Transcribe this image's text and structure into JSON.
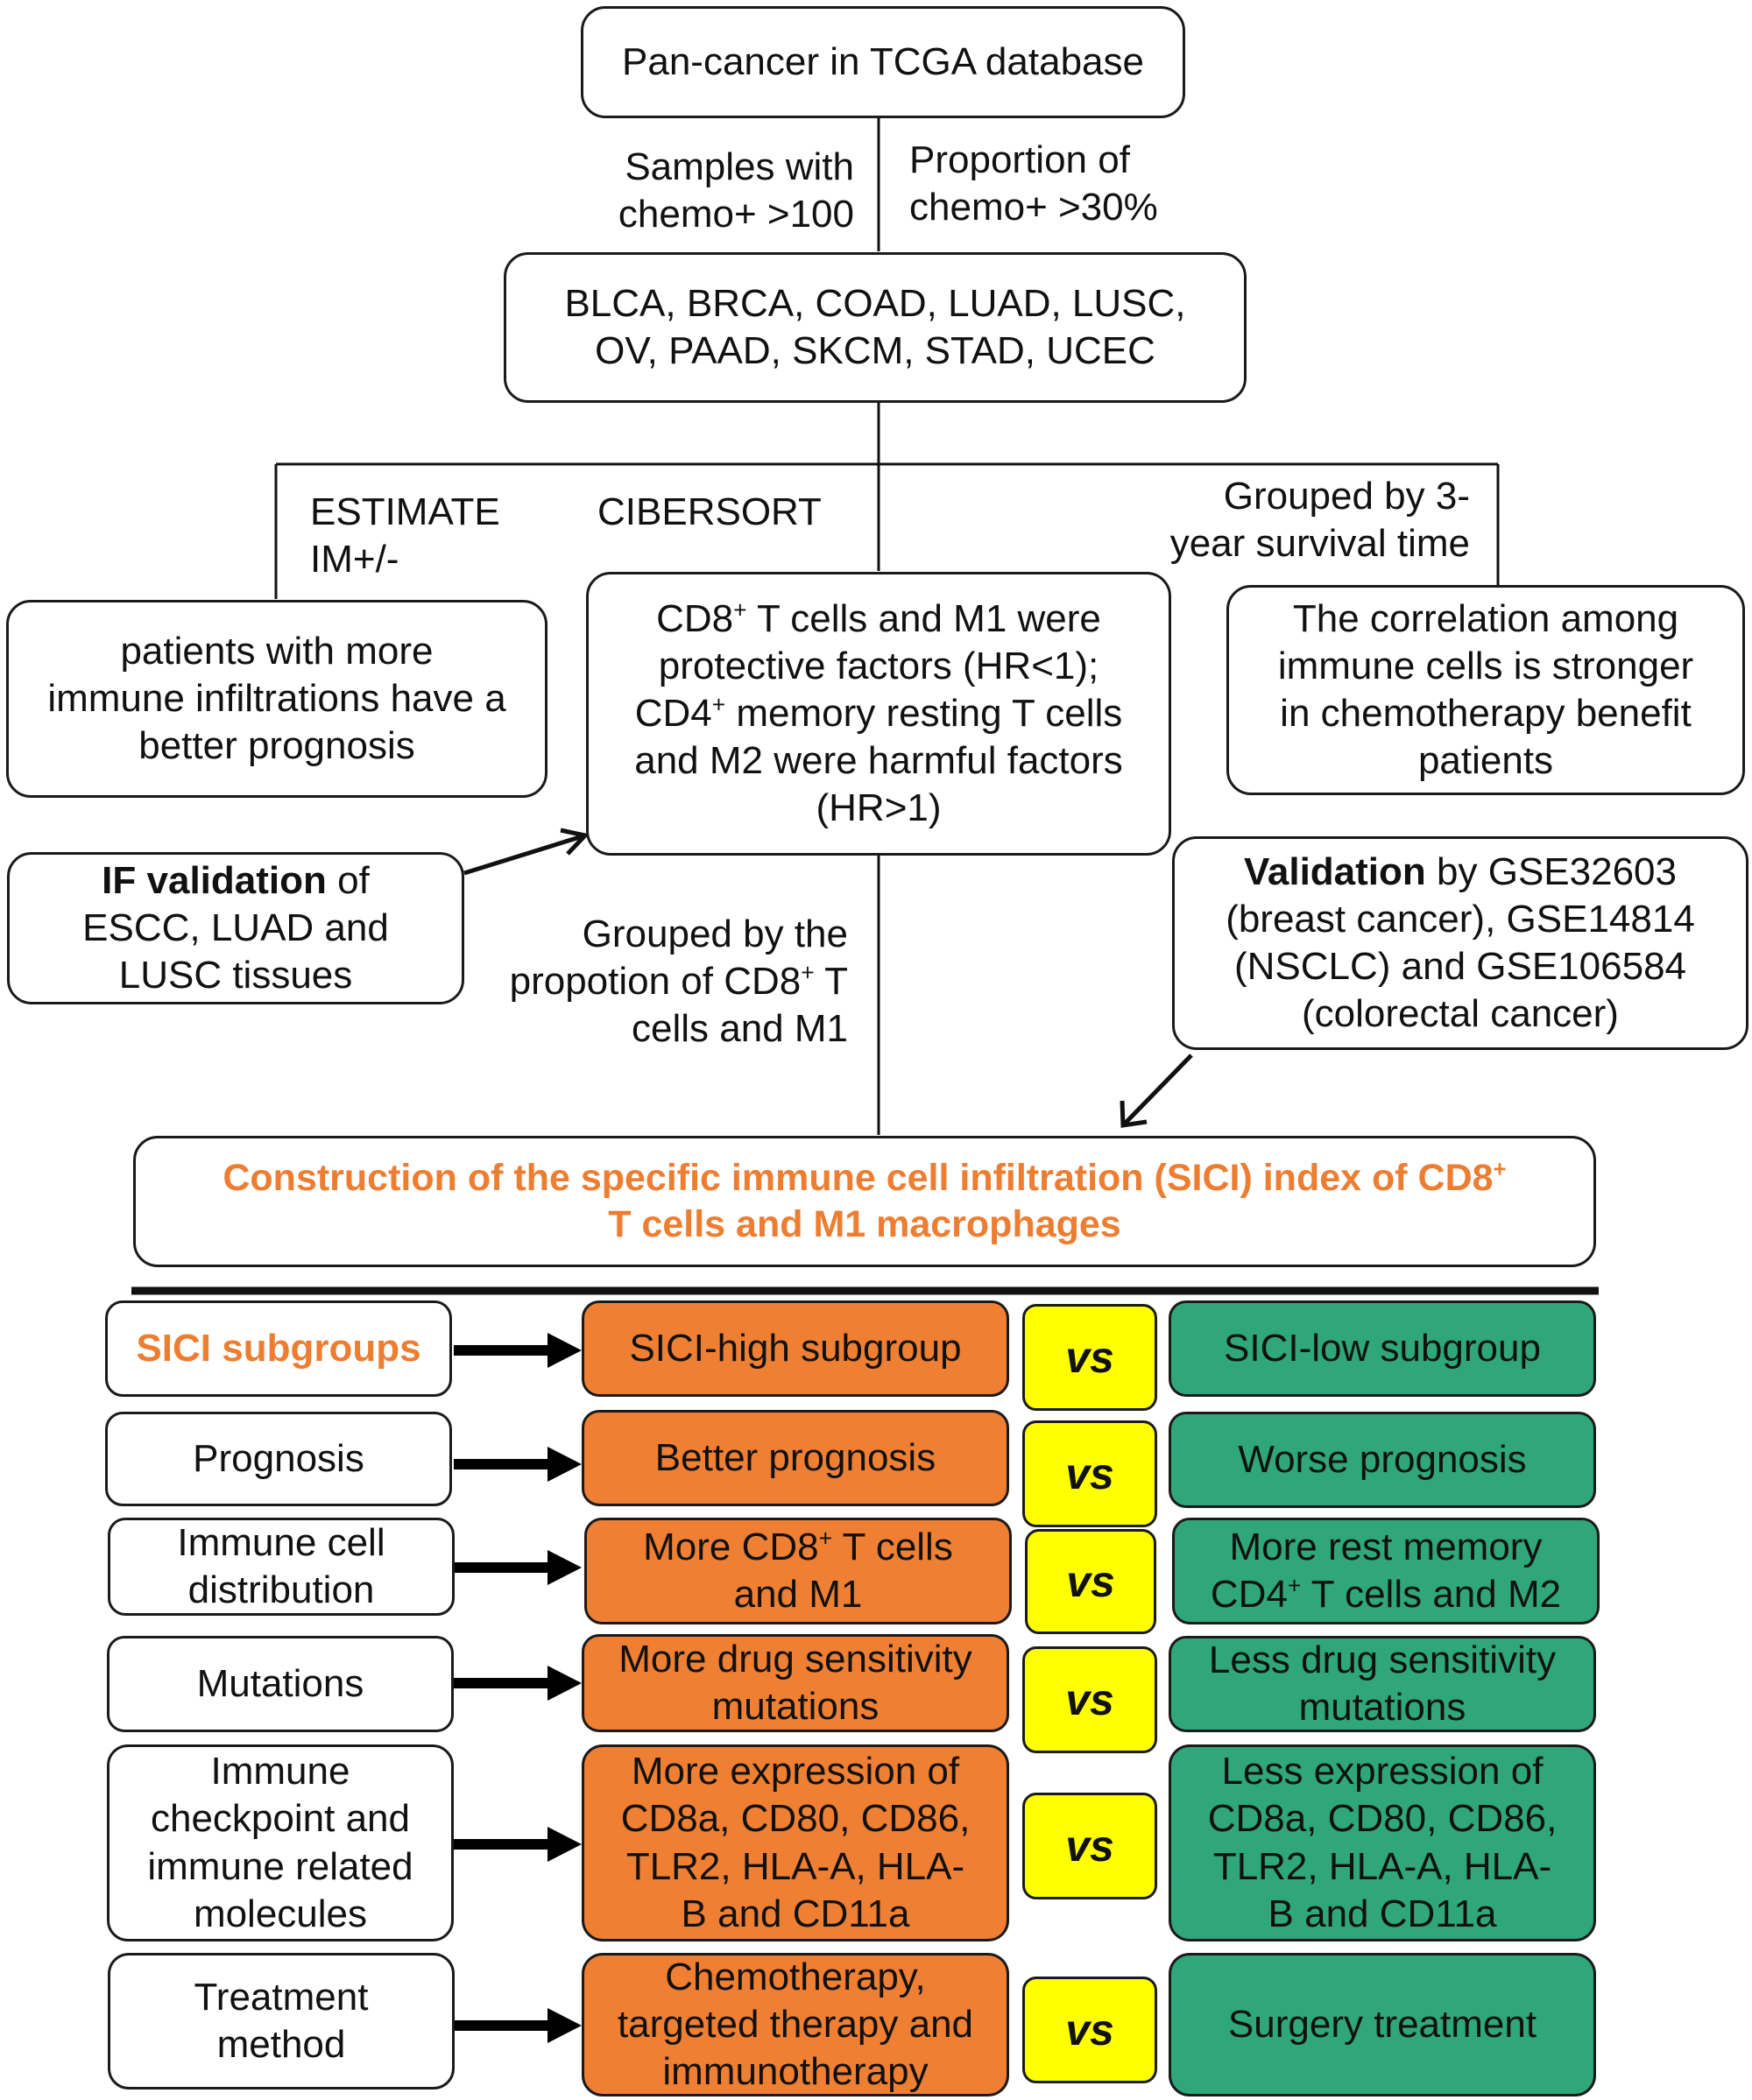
{
  "top_box": "Pan-cancer in TCGA database",
  "crit_left": [
    "Samples with",
    "chemo+ >100"
  ],
  "crit_right": [
    "Proportion of",
    "chemo+ >30%"
  ],
  "cancers": [
    "BLCA, BRCA, COAD, LUAD, LUSC,",
    "OV, PAAD, SKCM, STAD, UCEC"
  ],
  "method_estimate": [
    "ESTIMATE",
    "IM+/-"
  ],
  "method_cibersort": "CIBERSORT",
  "method_survival": [
    "Grouped by 3-",
    "year survival time"
  ],
  "finding_estimate": [
    "patients with more",
    "immune infiltrations have a",
    "better prognosis"
  ],
  "finding_cibersort": {
    "l1_a": "CD8",
    "l1_sup": "+",
    "l1_b": " T cells and M1 were",
    "l2": "protective factors (HR<1);",
    "l3_a": "CD4",
    "l3_sup": "+",
    "l3_b": " memory resting T cells",
    "l4": "and M2 were harmful factors",
    "l5": "(HR>1)"
  },
  "finding_survival": [
    "The correlation among",
    "immune cells is stronger",
    "in chemotherapy benefit",
    "patients"
  ],
  "if_validation": {
    "bold": "IF validation",
    "rest": " of",
    "l2": "ESCC, LUAD and",
    "l3": "LUSC tissues"
  },
  "grouped_by": {
    "l1": "Grouped by the",
    "l2_a": "propotion of CD8",
    "l2_sup": "+",
    "l2_b": " T",
    "l3": "cells and M1"
  },
  "geo_validation": {
    "bold": "Validation",
    "rest": " by GSE32603",
    "l2": "(breast cancer), GSE14814",
    "l3": "(NSCLC) and GSE106584",
    "l4": "(colorectal cancer)"
  },
  "sici_box": {
    "l1_a": "Construction of the specific immune cell infiltration (SICI) index of CD8",
    "l1_sup": "+",
    "l2": "T cells and M1 macrophages"
  },
  "colors": {
    "accent": "#ed7d31",
    "high": "#ef7f32",
    "low": "#2fa77a",
    "vs": "#ffff00"
  },
  "vs_label": "vs",
  "rows": [
    {
      "label": [
        "SICI subgroups"
      ],
      "high": [
        "SICI-high subgroup"
      ],
      "low": [
        "SICI-low subgroup"
      ]
    },
    {
      "label": [
        "Prognosis"
      ],
      "high": [
        "Better prognosis"
      ],
      "low": [
        "Worse prognosis"
      ]
    },
    {
      "label": [
        "Immune cell",
        "distribution"
      ],
      "high_a": "More CD8",
      "high_sup": "+",
      "high_b": " T cells",
      "high_l2": "and M1",
      "low_l1": "More rest memory",
      "low_a": "CD4",
      "low_sup": "+",
      "low_b": " T cells and M2"
    },
    {
      "label": [
        "Mutations"
      ],
      "high": [
        "More drug sensitivity",
        "mutations"
      ],
      "low": [
        "Less drug sensitivity",
        "mutations"
      ]
    },
    {
      "label": [
        "Immune",
        "checkpoint and",
        "immune related",
        "molecules"
      ],
      "high": [
        "More expression of",
        "CD8a, CD80, CD86,",
        "TLR2, HLA-A, HLA-",
        "B and CD11a"
      ],
      "low": [
        "Less expression of",
        "CD8a, CD80, CD86,",
        "TLR2, HLA-A, HLA-",
        "B and CD11a"
      ]
    },
    {
      "label": [
        "Treatment",
        "method"
      ],
      "high": [
        "Chemotherapy,",
        "targeted therapy and",
        "immunotherapy"
      ],
      "low": [
        "Surgery treatment"
      ]
    }
  ]
}
